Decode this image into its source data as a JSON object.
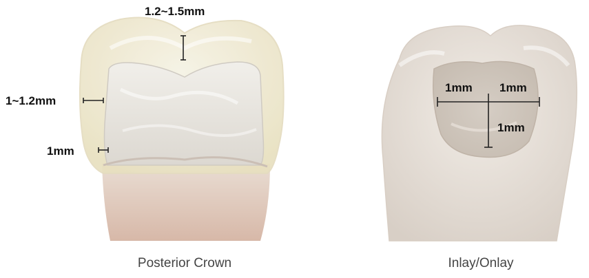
{
  "panels": [
    {
      "caption": "Posterior Crown",
      "measurements": {
        "occlusal": "1.2~1.5mm",
        "axial": "1~1.2mm",
        "margin": "1mm"
      }
    },
    {
      "caption": "Inlay/Onlay",
      "measurements": {
        "left": "1mm",
        "right": "1mm",
        "depth": "1mm"
      }
    }
  ]
}
